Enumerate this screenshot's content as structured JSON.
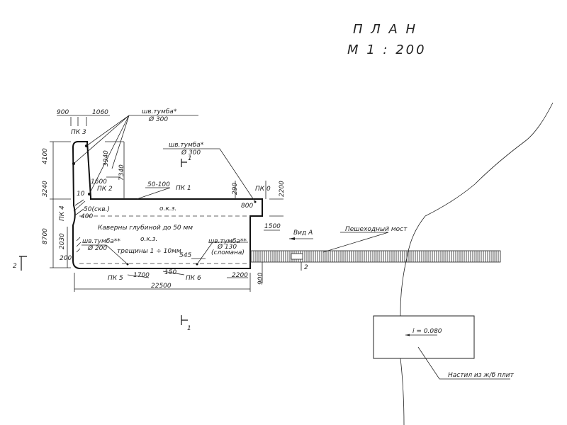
{
  "title": {
    "line1": "П Л А Н",
    "line2": "М 1 : 200"
  },
  "pickets": {
    "pk0": "ПК 0",
    "pk1": "ПК 1",
    "pk2": "ПК 2",
    "pk3": "ПК 3",
    "pk4": "ПК 4",
    "pk5": "ПК 5",
    "pk6": "ПК 6"
  },
  "dimensions": {
    "d900_top": "900",
    "d1060": "1060",
    "d4100": "4100",
    "d3240": "3240",
    "d3940": "3940",
    "d7340": "7340",
    "d1600": "1600",
    "d10": "10",
    "d50_100": "50-100",
    "d290": "290",
    "d2200_right": "2200",
    "d800": "800",
    "d50skv": "50(скв.)",
    "d400": "400",
    "d8700": "8700",
    "d2030": "2030",
    "d200": "200",
    "d1500": "1500",
    "d545": "545",
    "d1700": "1700",
    "d150": "150",
    "d2200_bottom": "2200",
    "d900_right": "900",
    "d22500": "22500"
  },
  "labels": {
    "bollard_top": "шв.тумба*",
    "bollard_top_dia": "Ø 300",
    "bollard_pk0": "шв.тумба*",
    "bollard_pk0_dia": "Ø 300",
    "bollard_left": "шв.тумба**",
    "bollard_left_dia": "Ø 200",
    "bollard_right": "шв.тумба**",
    "bollard_right_dia": "Ø 130",
    "bollard_right_note": "(сломана)",
    "okz1": "о.к.з.",
    "okz2": "о.к.з.",
    "caverns": "Каверны глубиной до 50 мм",
    "cracks": "трещины  1 ÷ 10мм",
    "view_a": "Вид  А",
    "footbridge": "Пешеходный мост",
    "slope": "i = 0.080",
    "deck": "Настил из ж/б плит",
    "section1_top": "1",
    "section1_bottom": "1",
    "section2_left": "2",
    "section2_bridge": "2"
  }
}
